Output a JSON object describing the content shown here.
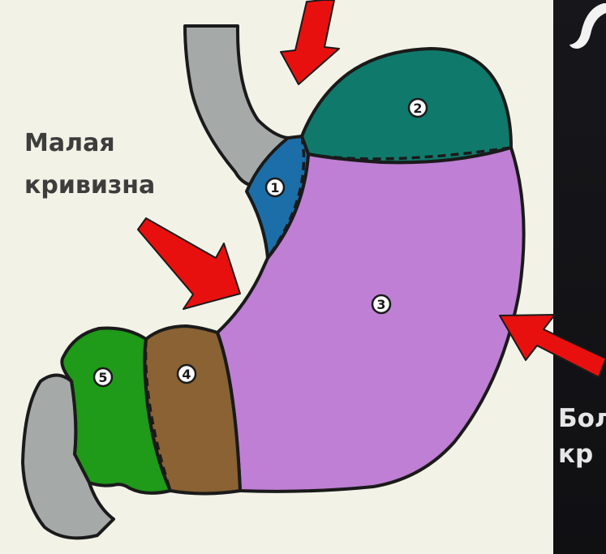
{
  "diagram": {
    "labels": {
      "lesser_curvature_line1": "Малая",
      "lesser_curvature_line2": "кривизна",
      "greater_curvature_line1": "Бол",
      "greater_curvature_line2": "кр"
    },
    "regions": [
      {
        "id": "cardia",
        "number": "1",
        "color": "#1c6ea8"
      },
      {
        "id": "fundus",
        "number": "2",
        "color": "#0f7a6b"
      },
      {
        "id": "body",
        "number": "3",
        "color": "#bf7fd4"
      },
      {
        "id": "antrum",
        "number": "4",
        "color": "#8a6233"
      },
      {
        "id": "pylorus",
        "number": "5",
        "color": "#1f9a19"
      }
    ],
    "colors": {
      "panel": "#f3f2e7",
      "esophagus": "#a5aaa8",
      "duodenum": "#a5aaa8",
      "arrow": "#e8100e",
      "outline": "#1a1a1a",
      "label_text": "#3d3d3d",
      "dark_background": "#131316",
      "dark_label_text": "#e6e6e6"
    }
  }
}
